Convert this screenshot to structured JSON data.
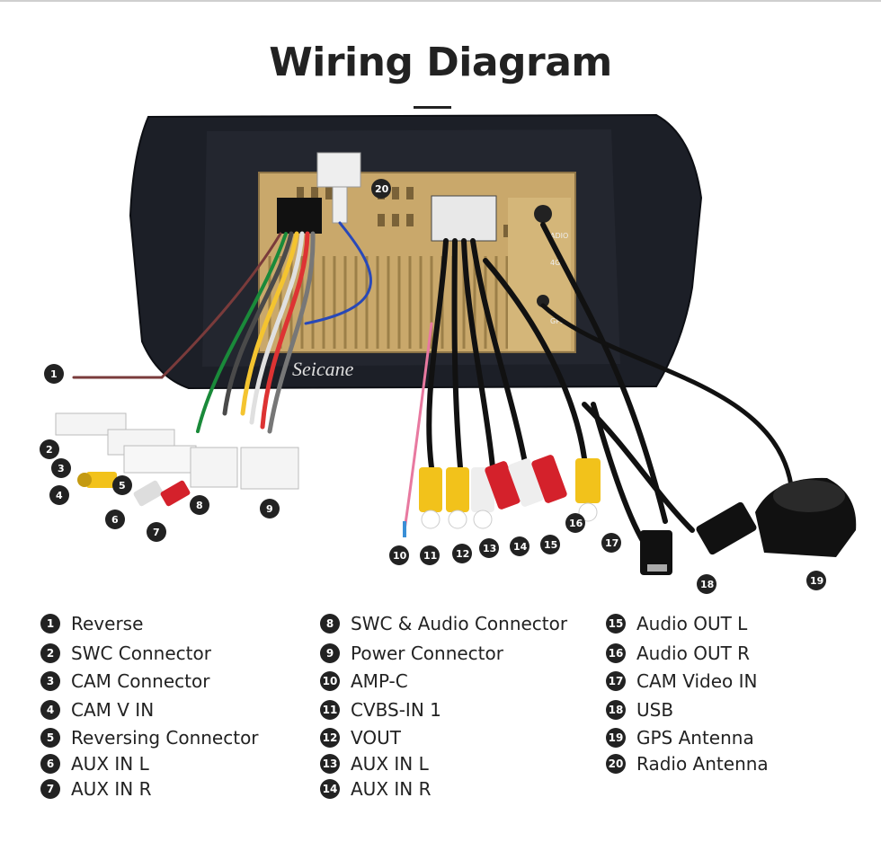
{
  "title": "Wiring Diagram",
  "watermark": "Seicane",
  "panel_labels": [
    "ADIO",
    "4G",
    "GPS"
  ],
  "legend": [
    {
      "num": "1",
      "label": "Reverse"
    },
    {
      "num": "2",
      "label": "SWC Connector"
    },
    {
      "num": "3",
      "label": "CAM Connector"
    },
    {
      "num": "4",
      "label": "CAM V IN"
    },
    {
      "num": "5",
      "label": "Reversing Connector"
    },
    {
      "num": "6",
      "label": "AUX IN L"
    },
    {
      "num": "7",
      "label": "AUX IN R"
    },
    {
      "num": "8",
      "label": "SWC & Audio Connector"
    },
    {
      "num": "9",
      "label": "Power Connector"
    },
    {
      "num": "10",
      "label": "AMP-C"
    },
    {
      "num": "11",
      "label": "CVBS-IN 1"
    },
    {
      "num": "12",
      "label": "VOUT"
    },
    {
      "num": "13",
      "label": "AUX IN L"
    },
    {
      "num": "14",
      "label": "AUX IN R"
    },
    {
      "num": "15",
      "label": "Audio OUT L"
    },
    {
      "num": "16",
      "label": "Audio OUT R"
    },
    {
      "num": "17",
      "label": "CAM Video IN"
    },
    {
      "num": "18",
      "label": "USB"
    },
    {
      "num": "19",
      "label": "GPS Antenna"
    },
    {
      "num": "20",
      "label": "Radio Antenna"
    }
  ]
}
